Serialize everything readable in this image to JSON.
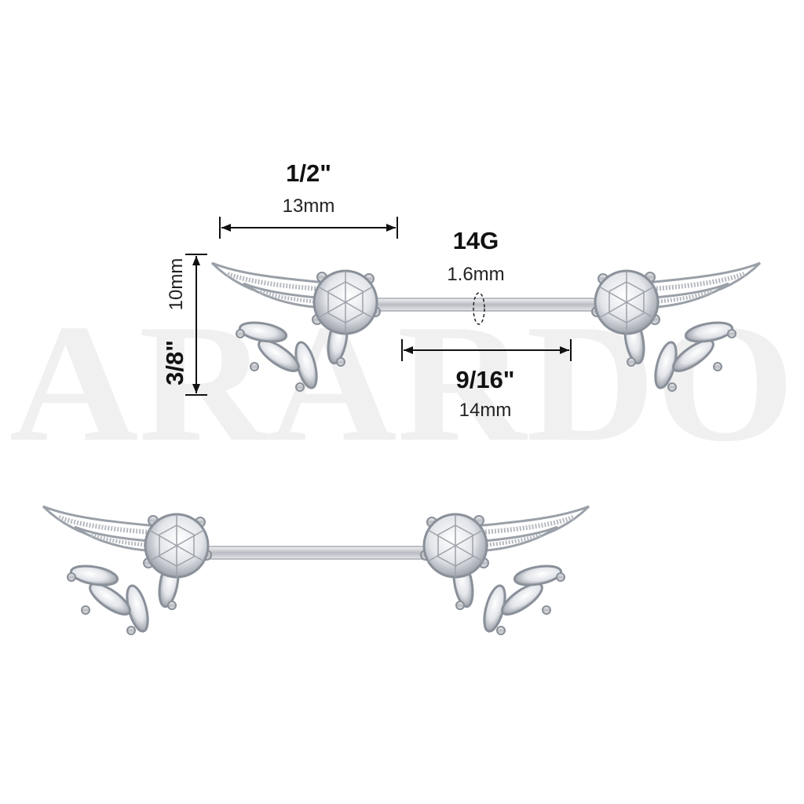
{
  "watermark": "ARARDO",
  "colors": {
    "background": "#ffffff",
    "watermark": "#f0f0f0",
    "metal": "#c9ccd1",
    "dimension_line": "#111111"
  },
  "dimensions": {
    "wing_length": {
      "imperial": "1/2\"",
      "metric": "13mm"
    },
    "gauge": {
      "imperial": "14G",
      "metric": "1.6mm"
    },
    "bar_length": {
      "imperial": "9/16\"",
      "metric": "14mm"
    },
    "wing_height": {
      "imperial": "3/8\"",
      "metric": "10mm"
    }
  },
  "product": {
    "icon": "angel-wing-barbell-icon"
  }
}
